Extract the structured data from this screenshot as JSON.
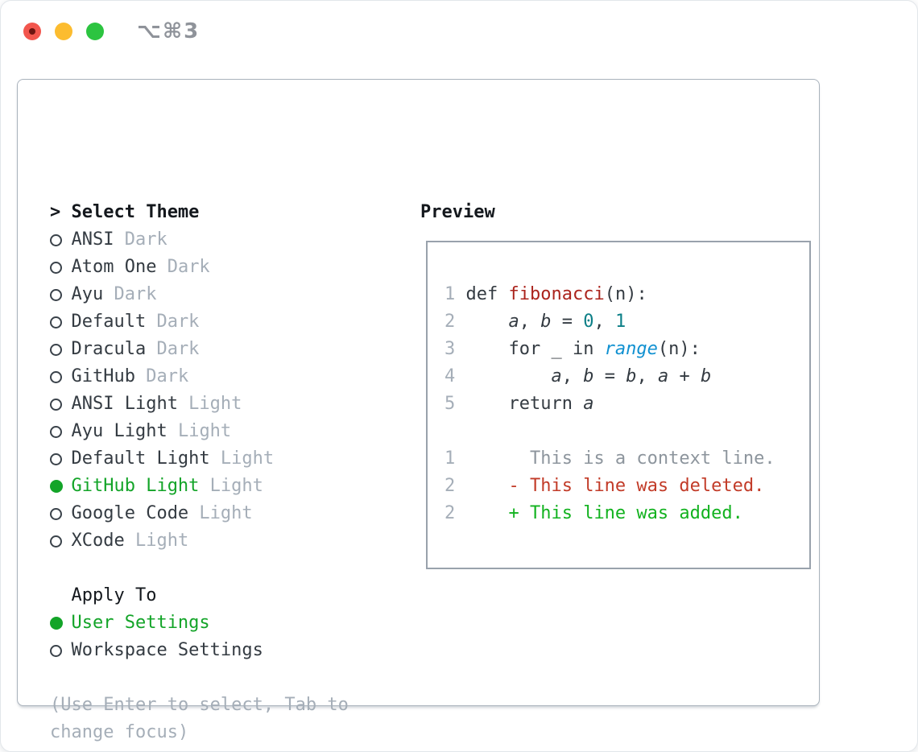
{
  "window": {
    "title": "⌥⌘3",
    "traffic_lights": [
      "close",
      "minimize",
      "zoom"
    ]
  },
  "theme_picker": {
    "prompt": ">",
    "heading": "Select Theme",
    "themes": [
      {
        "name": "ANSI",
        "variant": "Dark",
        "selected": false
      },
      {
        "name": "Atom One",
        "variant": "Dark",
        "selected": false
      },
      {
        "name": "Ayu",
        "variant": "Dark",
        "selected": false
      },
      {
        "name": "Default",
        "variant": "Dark",
        "selected": false
      },
      {
        "name": "Dracula",
        "variant": "Dark",
        "selected": false
      },
      {
        "name": "GitHub",
        "variant": "Dark",
        "selected": false
      },
      {
        "name": "ANSI Light",
        "variant": "Light",
        "selected": false
      },
      {
        "name": "Ayu Light",
        "variant": "Light",
        "selected": false
      },
      {
        "name": "Default Light",
        "variant": "Light",
        "selected": false
      },
      {
        "name": "GitHub Light",
        "variant": "Light",
        "selected": true
      },
      {
        "name": "Google Code",
        "variant": "Light",
        "selected": false
      },
      {
        "name": "XCode",
        "variant": "Light",
        "selected": false
      }
    ],
    "apply_to": {
      "heading": "Apply To",
      "options": [
        {
          "label": "User Settings",
          "selected": true
        },
        {
          "label": "Workspace Settings",
          "selected": false
        }
      ]
    },
    "hint_lines": [
      "(Use Enter to select, Tab to",
      "change focus)"
    ]
  },
  "preview": {
    "heading": "Preview",
    "code_lines": [
      {
        "num": "1",
        "segments": [
          {
            "t": "def ",
            "s": "p"
          },
          {
            "t": "fibonacci",
            "s": "fn"
          },
          {
            "t": "(n):",
            "s": "p"
          }
        ]
      },
      {
        "num": "2",
        "segments": [
          {
            "t": "    ",
            "s": "p"
          },
          {
            "t": "a",
            "s": "v"
          },
          {
            "t": ", ",
            "s": "p"
          },
          {
            "t": "b",
            "s": "v"
          },
          {
            "t": " = ",
            "s": "p"
          },
          {
            "t": "0",
            "s": "n"
          },
          {
            "t": ", ",
            "s": "p"
          },
          {
            "t": "1",
            "s": "n"
          }
        ]
      },
      {
        "num": "3",
        "segments": [
          {
            "t": "    for _ in ",
            "s": "p"
          },
          {
            "t": "range",
            "s": "b"
          },
          {
            "t": "(n):",
            "s": "p"
          }
        ]
      },
      {
        "num": "4",
        "segments": [
          {
            "t": "        ",
            "s": "p"
          },
          {
            "t": "a",
            "s": "v"
          },
          {
            "t": ", ",
            "s": "p"
          },
          {
            "t": "b",
            "s": "v"
          },
          {
            "t": " = ",
            "s": "p"
          },
          {
            "t": "b",
            "s": "v"
          },
          {
            "t": ", ",
            "s": "p"
          },
          {
            "t": "a",
            "s": "v"
          },
          {
            "t": " + ",
            "s": "p"
          },
          {
            "t": "b",
            "s": "v"
          }
        ]
      },
      {
        "num": "5",
        "segments": [
          {
            "t": "    return ",
            "s": "p"
          },
          {
            "t": "a",
            "s": "v"
          }
        ]
      },
      {
        "num": "",
        "segments": []
      },
      {
        "num": "1",
        "segments": [
          {
            "t": "      This is a context line.",
            "s": "ctx"
          }
        ]
      },
      {
        "num": "2",
        "segments": [
          {
            "t": "    - This line was deleted.",
            "s": "del"
          }
        ]
      },
      {
        "num": "2",
        "segments": [
          {
            "t": "    + This line was added.",
            "s": "add"
          }
        ]
      }
    ]
  },
  "colors": {
    "accent_green": "#13a428",
    "added_green": "#12b21f",
    "deleted_red": "#c23b28",
    "function_red": "#ab241d",
    "number_teal": "#0c7f87",
    "builtin_blue": "#1191d1",
    "muted_gray": "#a5aeb8",
    "traffic_red": "#f2564d",
    "traffic_yellow": "#fcbc2f",
    "traffic_green": "#2cc440"
  }
}
